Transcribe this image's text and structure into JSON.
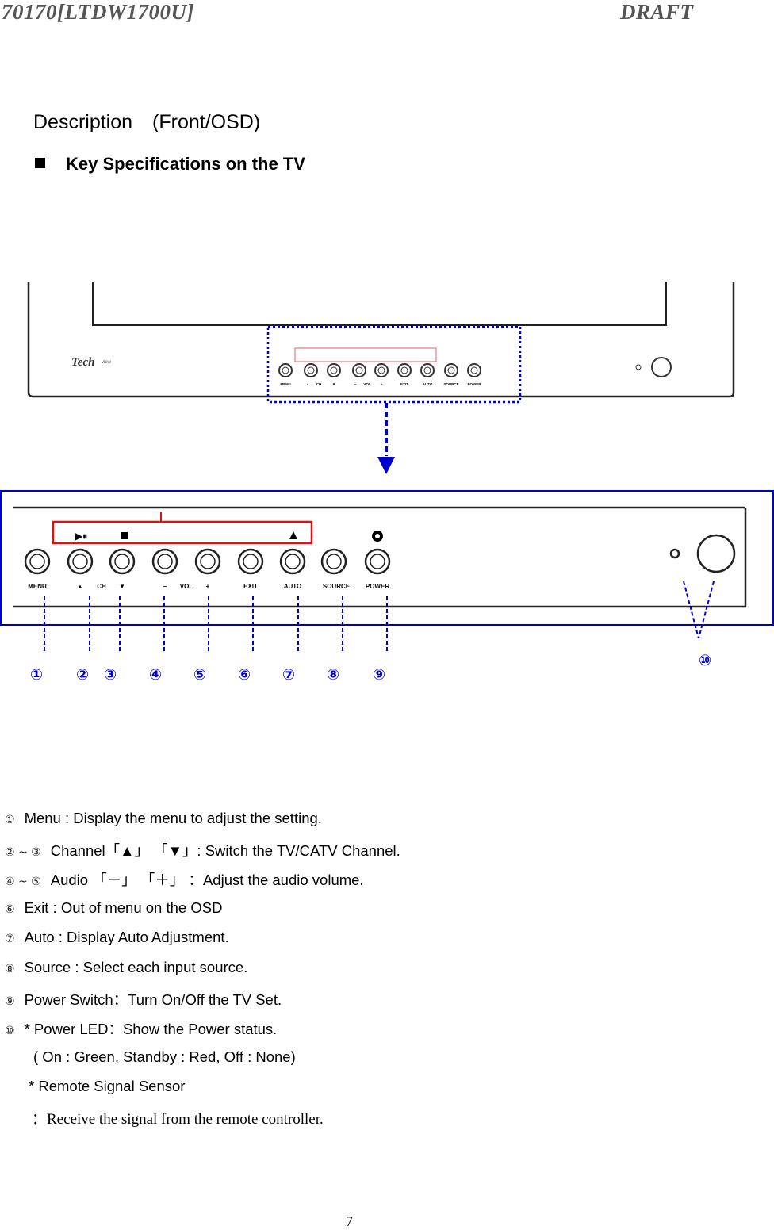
{
  "header": {
    "left": "70170[LTDW1700U]",
    "right": "DRAFT"
  },
  "section_title": "Description　(Front/OSD)",
  "key_spec": "Key Specifications on the TV",
  "tv_labels": {
    "brand": "Tech",
    "small_buttons": [
      "MENU",
      "▲",
      "CH",
      "▼",
      "−",
      "VOL",
      "+",
      "EXIT",
      "AUTO",
      "SOURCE",
      "POWER"
    ],
    "large_buttons": [
      "MENU",
      "▲",
      "CH",
      "▼",
      "–",
      "VOL",
      "+",
      "EXIT",
      "AUTO",
      "SOURCE",
      "POWER"
    ]
  },
  "markers": [
    "①",
    "②",
    "③",
    "④",
    "⑤",
    "⑥",
    "⑦",
    "⑧",
    "⑨",
    "⑩"
  ],
  "descriptions": [
    {
      "num": "①",
      "text": "Menu : Display the menu to adjust the setting."
    },
    {
      "num": "②  ~  ③",
      "text": "Channel「▲」 「▼」: Switch the TV/CATV Channel."
    },
    {
      "num": "④  ~  ⑤",
      "text": "Audio   「－」 「＋」 ：Adjust the audio volume."
    },
    {
      "num": "⑥",
      "text": "Exit : Out of menu on the OSD"
    },
    {
      "num": "⑦",
      "text": "Auto : Display Auto Adjustment."
    },
    {
      "num": "⑧",
      "text": "Source : Select each input source."
    },
    {
      "num": "⑨",
      "text": "Power Switch：Turn On/Off the TV Set."
    },
    {
      "num": "⑩",
      "text": "* Power LED：Show the Power status."
    }
  ],
  "power_status": "( On : Green, Standby : Red, Off : None)",
  "remote_sensor": "* Remote Signal Sensor",
  "remote_sensor_desc": "：Receive the signal from the remote controller.",
  "page_number": "7",
  "colors": {
    "accent_blue": "#0000cc",
    "red_box": "#e01010",
    "header_gray": "#555555"
  }
}
